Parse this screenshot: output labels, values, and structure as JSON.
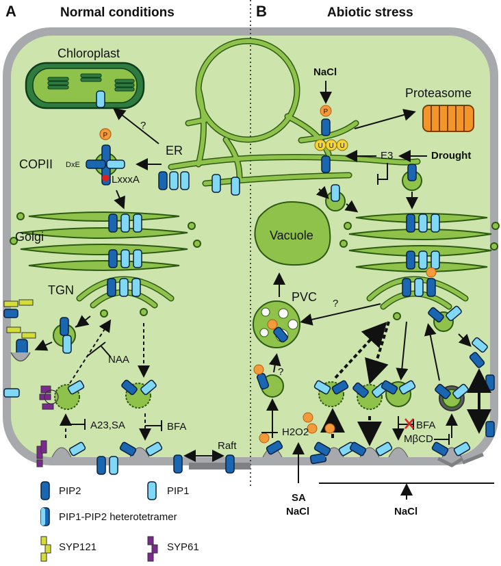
{
  "panels": {
    "a": {
      "letter": "A",
      "title": "Normal conditions"
    },
    "b": {
      "letter": "B",
      "title": "Abiotic stress"
    }
  },
  "organelles": {
    "chloroplast": "Chloroplast",
    "er": "ER",
    "copii": "COPII",
    "golgi": "Golgi",
    "tgn": "TGN",
    "vacuole": "Vacuole",
    "pvc": "PVC",
    "proteasome": "Proteasome"
  },
  "motifs": {
    "dxe": "DxE",
    "lxxxa": "LxxxA"
  },
  "annotations": {
    "question1": "?",
    "question2": "?",
    "question3": "?",
    "naa": "NAA",
    "bfa": "BFA",
    "a23sa": "A23,SA",
    "raft": "Raft",
    "e3": "E3",
    "nacl_top": "NaCl",
    "drought": "Drought",
    "bfa_b": "BFA",
    "mbcd": "MβCD",
    "h2o2": "H2O2",
    "sa_nacl_sa": "SA",
    "sa_nacl_nacl": "NaCl",
    "nacl_bottom": "NaCl"
  },
  "modification_badges": {
    "phospho": "P",
    "ubiquitin": "U"
  },
  "legend": {
    "pip2": "PIP2",
    "pip1": "PIP1",
    "hetero": "PIP1-PIP2 heterotetramer",
    "syp121": "SYP121",
    "syp61": "SYP61"
  },
  "colors": {
    "cytoplasm": "#cde5ac",
    "wall": "#a7a9ac",
    "organelle": "#8fc24a",
    "pip2": "#1a66b0",
    "pip1": "#80d8f4",
    "syp121": "#d4dc3a",
    "syp61": "#7a2a8c",
    "phospho": "#f39a3b",
    "ubiquitin": "#f2d33a",
    "proteasome": "#f4952a",
    "block": "#e02020"
  }
}
